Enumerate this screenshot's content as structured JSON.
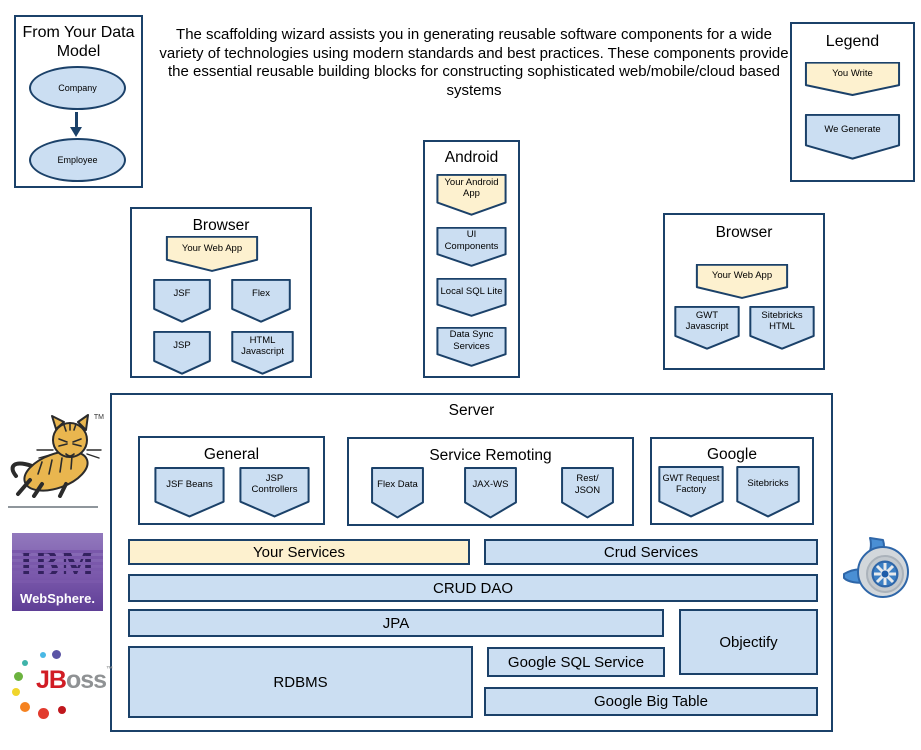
{
  "colors": {
    "cream_fill": "#fdf1cf",
    "blue_fill": "#cbdef2",
    "border_navy": "#1b4169",
    "websphere_purple": "#7a58ab",
    "jboss_red": "#d11c24"
  },
  "intro": {
    "text": "The scaffolding wizard assists you in generating reusable software components for a wide variety of technologies using modern standards and best practices.  These components provide the essential reusable building blocks for constructing sophisticated web/mobile/cloud based systems"
  },
  "data_model": {
    "title": "From Your Data Model",
    "nodes": [
      "Company",
      "Employee"
    ]
  },
  "legend": {
    "title": "Legend",
    "items": [
      "You Write",
      "We Generate"
    ]
  },
  "android": {
    "title": "Android",
    "app": "Your Android App",
    "items": [
      "UI Components",
      "Local SQL Lite",
      "Data Sync Services"
    ]
  },
  "browser_left": {
    "title": "Browser",
    "app": "Your Web App",
    "items": [
      "JSF",
      "Flex",
      "JSP",
      "HTML Javascript"
    ]
  },
  "browser_right": {
    "title": "Browser",
    "app": "Your Web App",
    "items": [
      "GWT Javascript",
      "Sitebricks HTML"
    ]
  },
  "server": {
    "title": "Server",
    "general": {
      "title": "General",
      "items": [
        "JSF Beans",
        "JSP Controllers"
      ]
    },
    "service_remoting": {
      "title": "Service Remoting",
      "items": [
        "Flex Data",
        "JAX-WS",
        "Rest/ JSON"
      ]
    },
    "google": {
      "title": "Google",
      "items": [
        "GWT Request Factory",
        "Sitebricks"
      ]
    },
    "bars": {
      "your_services": "Your Services",
      "crud_services": "Crud Services",
      "crud_dao": "CRUD DAO",
      "jpa": "JPA",
      "objectify": "Objectify",
      "rdbms": "RDBMS",
      "google_sql": "Google SQL Service",
      "google_big_table": "Google Big Table"
    }
  },
  "logos": {
    "tomcat_tm": "TM",
    "websphere": {
      "ibm": "IBM",
      "name": "WebSphere."
    },
    "jboss": {
      "jb": "JB",
      "oss": "oss",
      "tm": "™"
    }
  }
}
